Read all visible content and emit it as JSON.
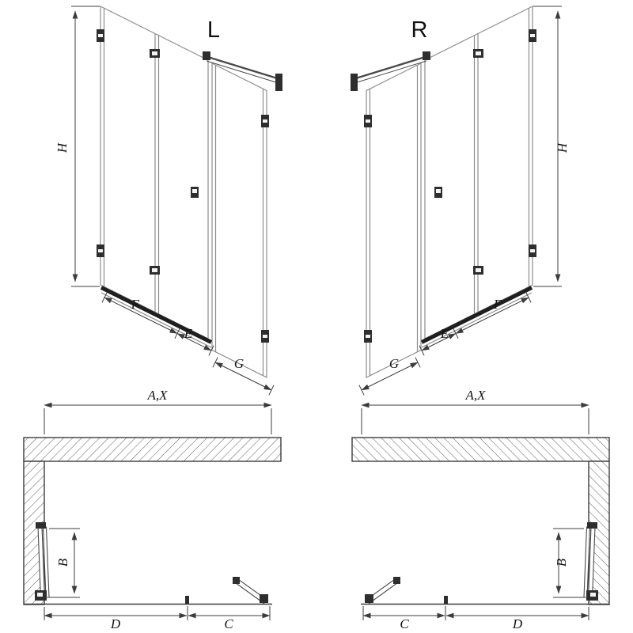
{
  "page": {
    "background": "#ffffff"
  },
  "colors": {
    "dimension_line": "#3c3c3c",
    "glass_edge": "#8c8c8c",
    "hardware": "#2e2e2e",
    "bath_rim": "#1f1f1f",
    "hatch": "#6b6b6b"
  },
  "views": {
    "perspective_left": {
      "orientation_label": "L",
      "dim_height": "H",
      "dim_fixed_panel": "F",
      "dim_center_panel": "E",
      "dim_door_panel": "G"
    },
    "perspective_right": {
      "orientation_label": "R",
      "dim_height": "H",
      "dim_fixed_panel": "F",
      "dim_center_panel": "E",
      "dim_door_panel": "G"
    },
    "plan_left": {
      "dim_width": "A,X",
      "dim_depth": "B",
      "dim_fixed_segment": "D",
      "dim_door_segment": "C"
    },
    "plan_right": {
      "dim_width": "A,X",
      "dim_depth": "B",
      "dim_fixed_segment": "D",
      "dim_door_segment": "C"
    }
  }
}
